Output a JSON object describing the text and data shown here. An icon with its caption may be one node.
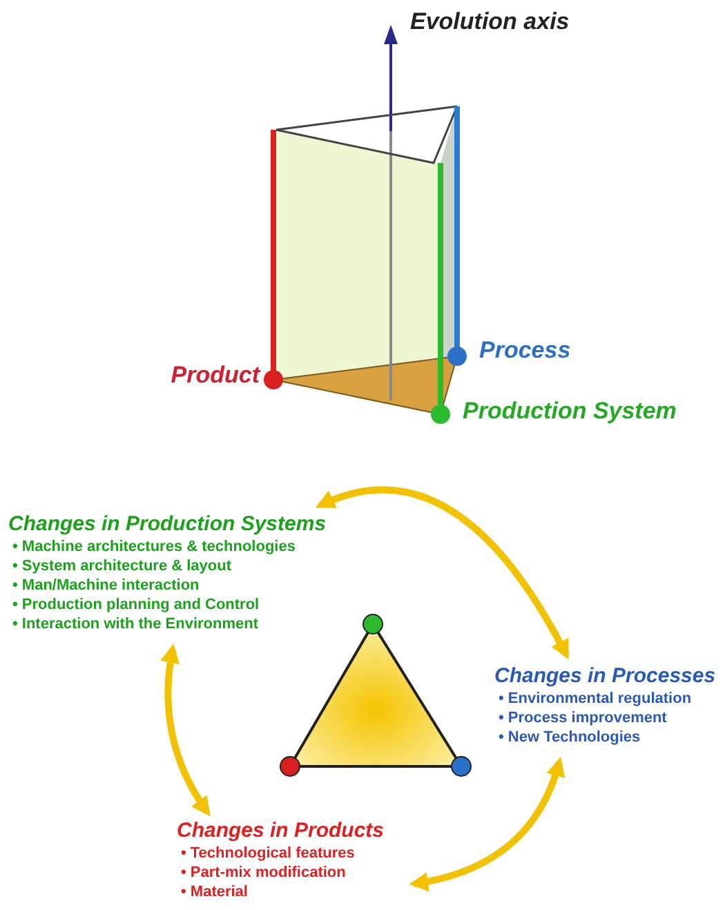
{
  "diagram": {
    "nodes": [
      {
        "text": [
          "Changes in Production Systems",
          "• Machine architectures & technologies",
          "• System architecture & layout",
          "• Man/Machine interaction",
          "• Production planning and Control",
          "• Interaction with the Environment"
        ]
      },
      {
        "text": [
          "Changes in Processes",
          "• Environmental regulation",
          "• Process improvement",
          "• New Technologies"
        ]
      },
      {
        "text": [
          "Changes in Products",
          "• Technological features",
          "• Part-mix modification",
          "• Material"
        ]
      }
    ],
    "edges": [
      {
        "from": 0,
        "to": 1,
        "arrow": "both"
      },
      {
        "from": 0,
        "to": 2,
        "arrow": "both"
      },
      {
        "from": 2,
        "to": 1,
        "arrow": "both"
      }
    ],
    "labels": [
      "Evolution axis",
      "Product",
      "Process",
      "Production System"
    ]
  }
}
